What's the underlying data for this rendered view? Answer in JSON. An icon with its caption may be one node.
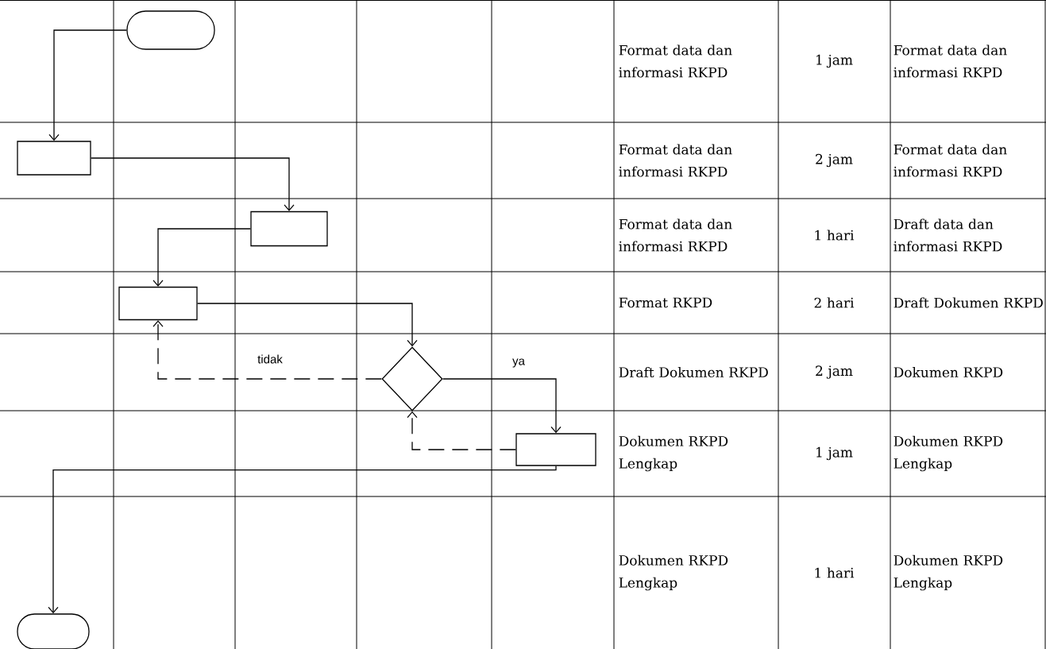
{
  "diagram": {
    "nodes": [
      {
        "text": [],
        "shape": "terminal"
      },
      {
        "text": [],
        "shape": "box"
      },
      {
        "text": [],
        "shape": "box"
      },
      {
        "text": [],
        "shape": "box"
      },
      {
        "text": [],
        "shape": "diamond"
      },
      {
        "text": [],
        "shape": "box"
      },
      {
        "text": [],
        "shape": "terminal"
      }
    ],
    "edges": [
      {
        "from": 0,
        "to": 1,
        "arrow": "to"
      },
      {
        "from": 1,
        "to": 2,
        "arrow": "to"
      },
      {
        "from": 2,
        "to": 3,
        "arrow": "to"
      },
      {
        "from": 3,
        "to": 4,
        "arrow": "to"
      },
      {
        "from": 4,
        "to": 3,
        "arrow": "to",
        "style": "dashed",
        "label": "tidak"
      },
      {
        "from": 4,
        "to": 5,
        "arrow": "to",
        "label": "ya"
      },
      {
        "from": 5,
        "to": 4,
        "arrow": "to",
        "style": "dashed"
      },
      {
        "from": 5,
        "to": 6,
        "arrow": "to"
      }
    ],
    "labels": [
      "Format data dan informasi RKPD",
      "1 jam",
      "Format data dan informasi RKPD",
      "Format data dan informasi RKPD",
      "2 jam",
      "Format data dan informasi RKPD",
      "Format data dan informasi RKPD",
      "1 hari",
      "Draft data dan informasi RKPD",
      "Format RKPD",
      "2 hari",
      "Draft Dokumen RKPD",
      "Draft Dokumen RKPD",
      "2 jam",
      "Dokumen RKPD",
      "Dokumen RKPD Lengkap",
      "1 jam",
      "Dokumen RKPD Lengkap",
      "Dokumen RKPD Lengkap",
      "1 hari",
      "Dokumen RKPD Lengkap"
    ]
  }
}
